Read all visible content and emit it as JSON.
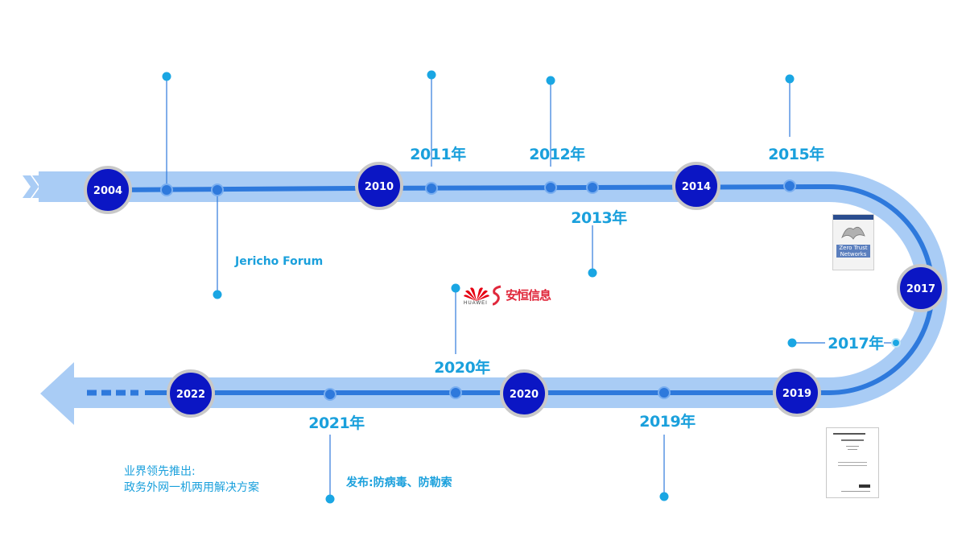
{
  "timeline": {
    "nodes": [
      {
        "id": "2004",
        "label": "2004"
      },
      {
        "id": "2010",
        "label": "2010"
      },
      {
        "id": "2014",
        "label": "2014"
      },
      {
        "id": "2017",
        "label": "2017"
      },
      {
        "id": "2019",
        "label": "2019"
      },
      {
        "id": "2020",
        "label": "2020"
      },
      {
        "id": "2022",
        "label": "2022"
      }
    ],
    "year_labels": {
      "y2011": "2011年",
      "y2012": "2012年",
      "y2013": "2013年",
      "y2015": "2015年",
      "y2017": "2017年",
      "y2019": "2019年",
      "y2020": "2020年",
      "y2021": "2021年"
    },
    "notes": {
      "jericho": "Jericho Forum",
      "release_line": "发布:防病毒、防勒索",
      "industry_line1": "业界领先推出:",
      "industry_line2": "政务外网一机两用解决方案"
    },
    "logos": {
      "huawei_text": "HUAWEI",
      "anheng_text": "安恒信息",
      "book_title_line1": "Zero Trust",
      "book_title_line2": "Networks"
    },
    "colors": {
      "band": "#a9ccf5",
      "line": "#2e79dc",
      "node_fill": "#0b16c4",
      "node_ring": "#c8c8c8",
      "dot": "#1aa6e3",
      "text": "#1aa0dc"
    }
  }
}
